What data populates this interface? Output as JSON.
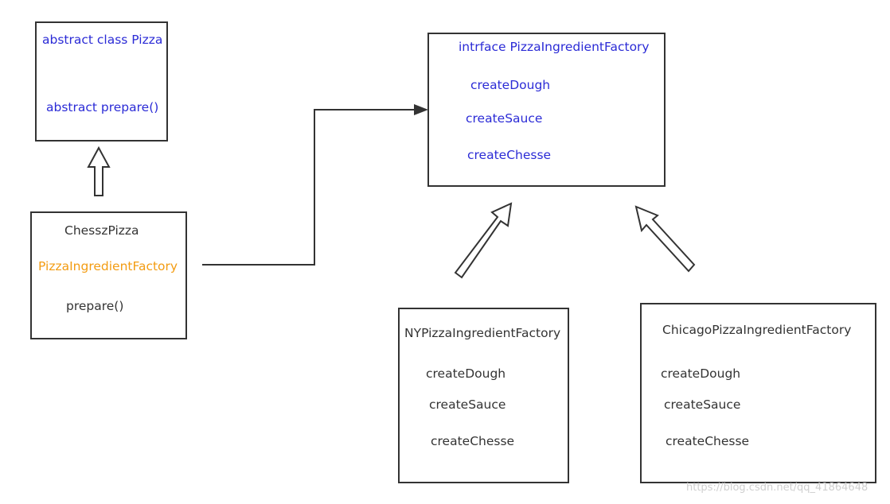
{
  "boxes": {
    "pizza": {
      "title": "abstract class Pizza",
      "method": "abstract prepare()"
    },
    "factory_interface": {
      "title": "intrface PizzaIngredientFactory",
      "methods": [
        "createDough",
        "createSauce",
        "createChesse"
      ]
    },
    "chessz_pizza": {
      "title": "ChesszPizza",
      "field": "PizzaIngredientFactory",
      "method": "prepare()"
    },
    "ny_factory": {
      "title": "NYPizzaIngredientFactory",
      "methods": [
        "createDough",
        "createSauce",
        "createChesse"
      ]
    },
    "chicago_factory": {
      "title": "ChicagoPizzaIngredientFactory",
      "methods": [
        "createDough",
        "createSauce",
        "createChesse"
      ]
    }
  },
  "watermark": "https://blog.csdn.net/qq_41864648",
  "colors": {
    "text_blue": "#2b2bd6",
    "text_dark": "#333333",
    "text_orange": "#f39c12",
    "border": "#333333"
  }
}
